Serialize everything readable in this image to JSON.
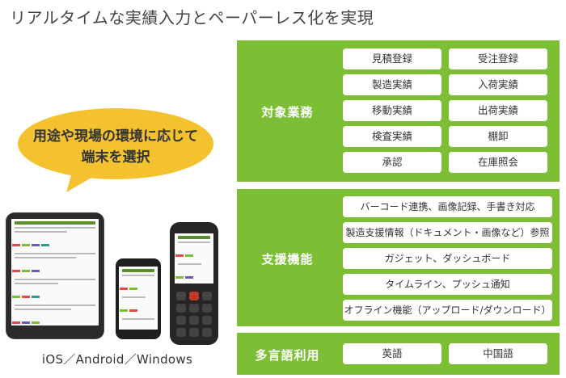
{
  "title": "リアルタイムな実績入力とペーパーレス化を実現",
  "bubble": {
    "line1": "用途や現場の環境に応じて",
    "line2": "端末を選択",
    "color": "#f3c22e"
  },
  "devices": [
    "tablet-icon",
    "smartphone-icon",
    "handheld-terminal-icon"
  ],
  "platforms": "iOS／Android／Windows",
  "accent": "#7cbf35",
  "panels": {
    "target": {
      "label": "対象業務",
      "items": [
        "見積登録",
        "受注登録",
        "製造実績",
        "入荷実績",
        "移動実績",
        "出荷実績",
        "検査実績",
        "棚卸",
        "承認",
        "在庫照会"
      ]
    },
    "support": {
      "label": "支援機能",
      "items": [
        "バーコード連携、画像記録、手書き対応",
        "製造支援情報（ドキュメント・画像など）参照",
        "ガジェット、ダッシュボード",
        "タイムライン、プッシュ通知",
        "オフライン機能（アップロード/ダウンロード）"
      ]
    },
    "lang": {
      "label": "多言語利用",
      "items": [
        "英語",
        "中国語"
      ]
    }
  }
}
